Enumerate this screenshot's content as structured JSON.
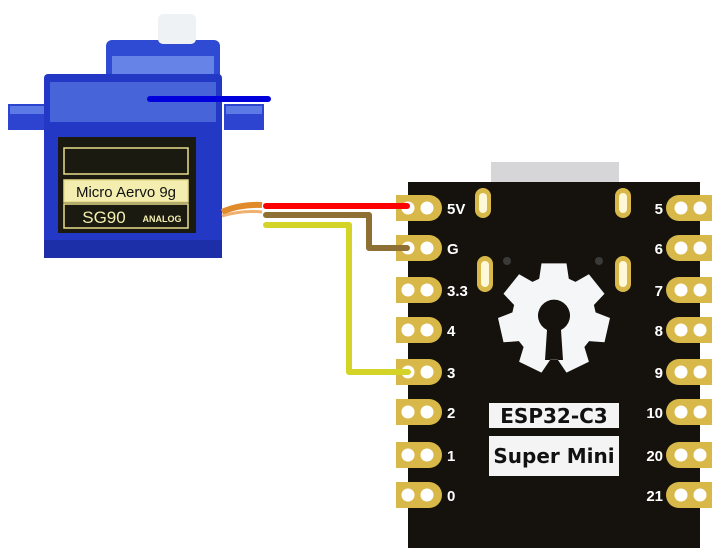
{
  "servo": {
    "label_line1": "Micro Aervo 9g",
    "label_model": "SG90",
    "label_type": "ANALOG",
    "colors": {
      "body": "#2233c8",
      "body_light": "#4a6fe0",
      "label_bg": "#1a1a10",
      "label_text_bg": "#f3eeb0",
      "horn": "#eef2f4"
    }
  },
  "board": {
    "name_line1": "ESP32-C3",
    "name_line2": "Super Mini",
    "colors": {
      "pcb": "#15120e",
      "pad": "#d9b84a",
      "usb": "#d6d6d8",
      "logo": "#f4f6f8"
    },
    "left_pins": [
      "5V",
      "G",
      "3.3",
      "4",
      "3",
      "2",
      "1",
      "0"
    ],
    "right_pins": [
      "5",
      "6",
      "7",
      "8",
      "9",
      "10",
      "20",
      "21"
    ]
  },
  "wires": [
    {
      "name": "power",
      "from": "servo",
      "to_pin": "5V",
      "color": "#ff0000"
    },
    {
      "name": "ground",
      "from": "servo",
      "to_pin": "G",
      "color": "#8e7034"
    },
    {
      "name": "signal",
      "from": "servo",
      "to_pin": "3",
      "color": "#d4d428"
    }
  ],
  "marker_line": {
    "color": "#0000dd"
  }
}
